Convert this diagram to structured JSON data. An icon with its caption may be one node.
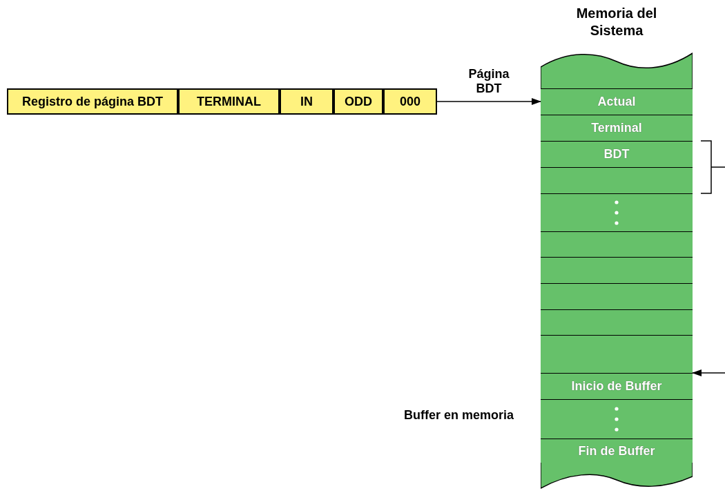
{
  "diagram": {
    "nodes": [
      {
        "text": [
          "Registro de página BDT"
        ]
      },
      {
        "text": [
          "TERMINAL"
        ]
      },
      {
        "text": [
          "IN"
        ]
      },
      {
        "text": [
          "ODD"
        ]
      },
      {
        "text": [
          "000"
        ]
      },
      {
        "text": [
          "Memoria del Sistema"
        ]
      },
      {
        "text": [
          "Actual"
        ],
        "in": 5
      },
      {
        "text": [
          "Terminal"
        ],
        "in": 5
      },
      {
        "text": [
          "BDT"
        ],
        "in": 5
      },
      {
        "text": [],
        "shape": "box",
        "in": 5
      },
      {
        "text": [],
        "shape": "box",
        "in": 5
      },
      {
        "text": [],
        "shape": "box",
        "in": 5
      },
      {
        "text": [],
        "shape": "box",
        "in": 5
      },
      {
        "text": [],
        "shape": "box",
        "in": 5
      },
      {
        "text": [],
        "shape": "box",
        "in": 5
      },
      {
        "text": [],
        "shape": "box",
        "in": 5
      },
      {
        "text": [
          "Inicio de Buffer"
        ],
        "in": 5
      },
      {
        "text": [],
        "shape": "box",
        "in": 5
      },
      {
        "text": [
          "Fin de Buffer"
        ],
        "in": 5
      }
    ],
    "edges": [
      {
        "from": 4,
        "to": 6,
        "arrow": "to",
        "label": "Página BDT"
      },
      {
        "from": null,
        "to": 16,
        "arrow": "to"
      }
    ],
    "labels": [
      "Buffer en memoria"
    ]
  }
}
